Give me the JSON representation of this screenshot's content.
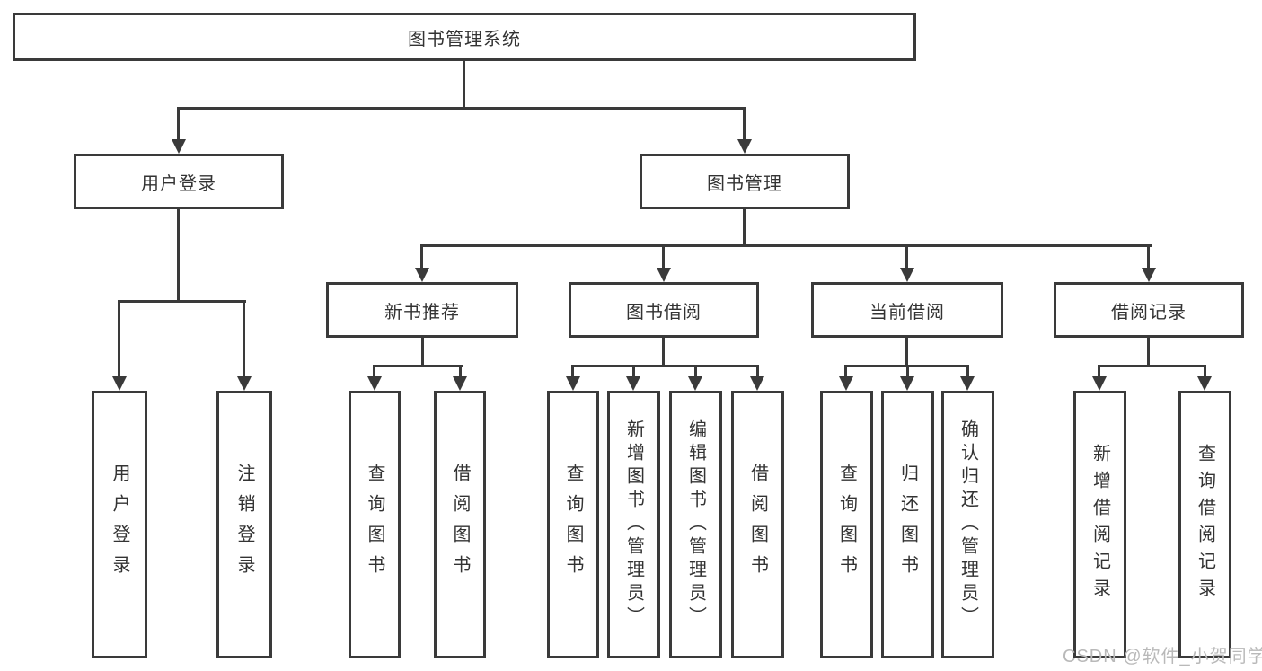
{
  "diagram": {
    "root": {
      "label": "图书管理系统"
    },
    "level2": [
      {
        "label": "用户登录"
      },
      {
        "label": "图书管理"
      }
    ],
    "level3": [
      {
        "label": "新书推荐"
      },
      {
        "label": "图书借阅"
      },
      {
        "label": "当前借阅"
      },
      {
        "label": "借阅记录"
      }
    ],
    "leaves": {
      "user_login": [
        "用户登录",
        "注销登录"
      ],
      "new_books": [
        "查询图书",
        "借阅图书"
      ],
      "book_borrow": [
        "查询图书",
        "新增图书（管理员）",
        "编辑图书（管理员）",
        "借阅图书"
      ],
      "current_borrow": [
        "查询图书",
        "归还图书",
        "确认归还（管理员）"
      ],
      "borrow_records": [
        "新增借阅记录",
        "查询借阅记录"
      ]
    }
  },
  "watermark": "CSDN @软件_小贺同学",
  "colors": {
    "line": "#3a3a3a",
    "text": "#333333",
    "watermark": "#b9b9b9",
    "background": "#ffffff"
  }
}
